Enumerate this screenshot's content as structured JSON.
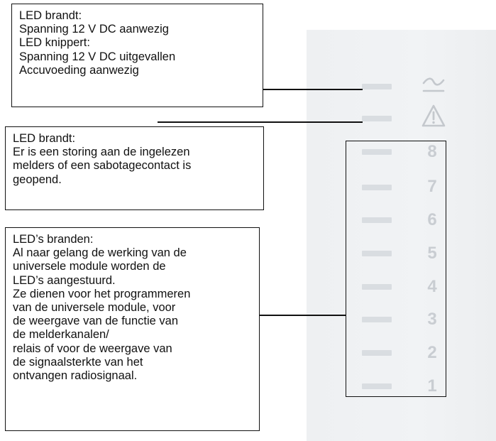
{
  "callouts": [
    {
      "id": "power",
      "lines": [
        "LED brandt:",
        "Spanning 12 V DC aanwezig",
        "LED knippert:",
        "Spanning 12 V DC uitgevallen",
        "Accuvoeding aanwezig"
      ]
    },
    {
      "id": "fault",
      "lines": [
        "LED brandt:",
        "Er is een storing aan de ingelezen",
        "melders of een sabotagecontact is",
        "geopend."
      ]
    },
    {
      "id": "channels",
      "lines": [
        "LED’s branden:",
        "Al naar gelang de werking van de",
        "universele module worden de",
        "LED’s aangestuurd.",
        "Ze dienen voor het programmeren",
        "van de universele module, voor",
        "de weergave van de functie van",
        "de melderkanalen/",
        "relais of voor de weergave van",
        "de signaalsterkte van het",
        "ontvangen radiosignaal."
      ]
    }
  ],
  "panel": {
    "icons": [
      "ac-power-icon",
      "warning-triangle-icon"
    ],
    "channel_numbers": [
      "8",
      "7",
      "6",
      "5",
      "4",
      "3",
      "2",
      "1"
    ],
    "colors": {
      "panel_bg": "#eef0f2",
      "led": "#d9dde1",
      "label": "#c9cdd2",
      "line": "#111111"
    }
  }
}
